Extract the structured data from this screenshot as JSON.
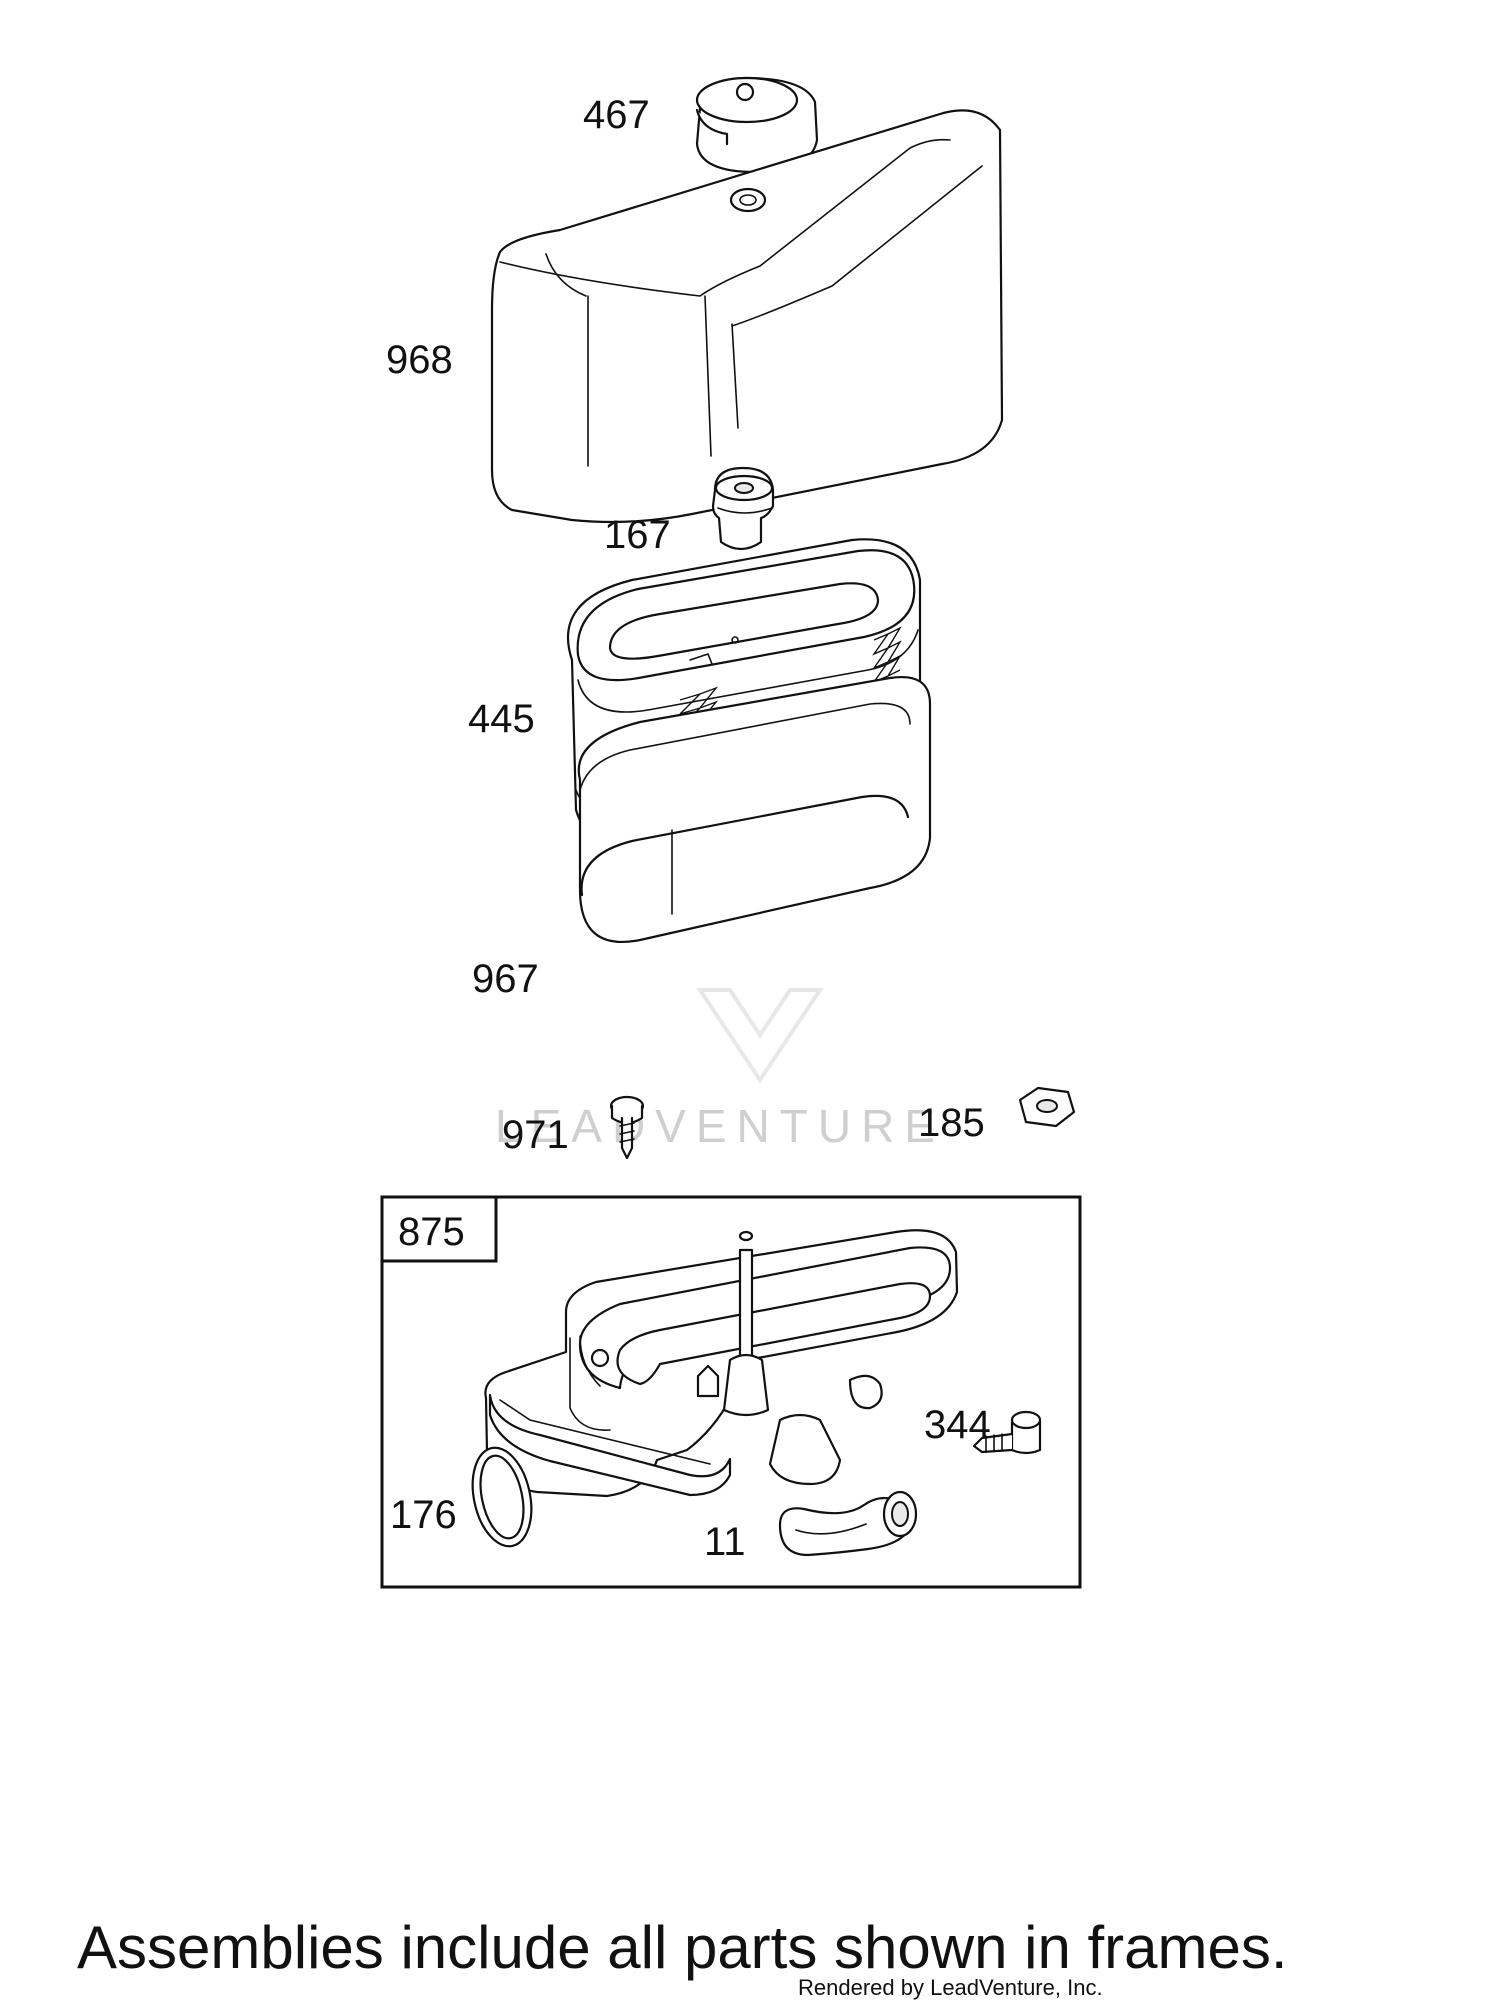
{
  "diagram": {
    "callouts": [
      "467",
      "968",
      "167",
      "445",
      "967",
      "971",
      "185",
      "875",
      "344",
      "176",
      "11"
    ],
    "watermark": "LEADVENTURE",
    "footer_note": "Assemblies include all parts shown in frames.",
    "credit": "Rendered by LeadVenture, Inc."
  }
}
